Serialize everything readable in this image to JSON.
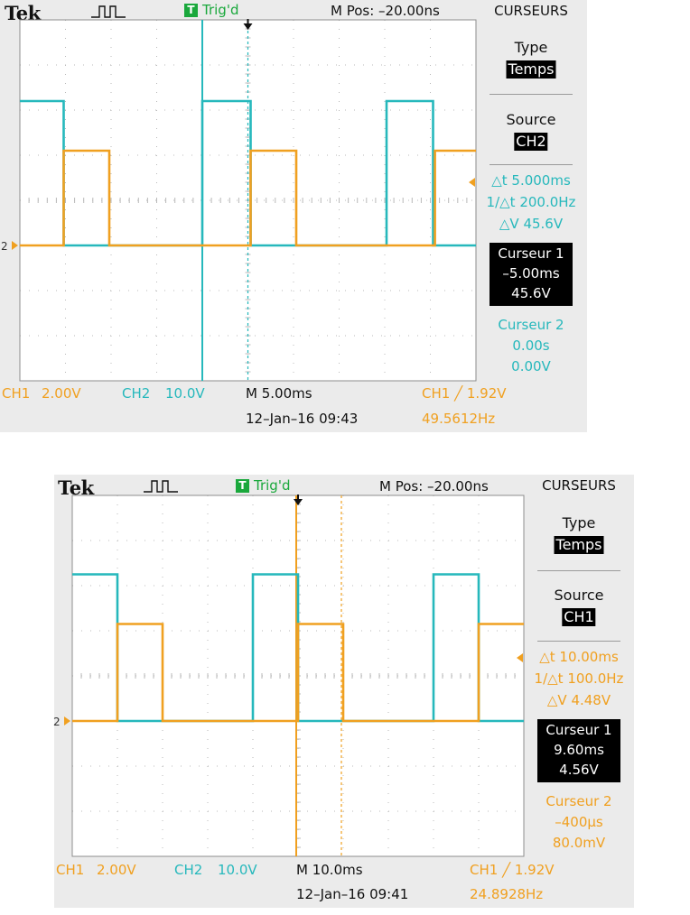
{
  "colors": {
    "ch1": "#f0a020",
    "ch2": "#26b8bc",
    "grid": "#b9b9b9",
    "background": "#ffffff",
    "panel": "#ebebeb"
  },
  "screens": [
    {
      "brand": "Tek",
      "acq_icon": "acquisition-waveform-icon",
      "trig_badge": "T",
      "trig_status": "Trig'd",
      "m_pos": "M Pos: –20.00ns",
      "menu_title": "CURSEURS",
      "type_label": "Type",
      "type_value": "Temps",
      "source_label": "Source",
      "source_value": "CH2",
      "delta_t": "△t 5.000ms",
      "inv_delta_t": "1/△t 200.0Hz",
      "delta_v": "△V 45.6V",
      "cursor1_label": "Curseur 1",
      "cursor1_time": "–5.00ms",
      "cursor1_volt": "45.6V",
      "cursor2_label": "Curseur 2",
      "cursor2_time": "0.00s",
      "cursor2_volt": "0.00V",
      "ch1_label": "CH1",
      "ch1_scale": "2.00V",
      "ch2_label": "CH2",
      "ch2_scale": "10.0V",
      "timebase": "M 5.00ms",
      "trigger_setting": "CH1 ╱ 1.92V",
      "date": "12–Jan–16 09:43",
      "frequency": "49.5612Hz",
      "ground_marker": "2"
    },
    {
      "brand": "Tek",
      "acq_icon": "acquisition-waveform-icon",
      "trig_badge": "T",
      "trig_status": "Trig'd",
      "m_pos": "M Pos: –20.00ns",
      "menu_title": "CURSEURS",
      "type_label": "Type",
      "type_value": "Temps",
      "source_label": "Source",
      "source_value": "CH1",
      "delta_t": "△t 10.00ms",
      "inv_delta_t": "1/△t 100.0Hz",
      "delta_v": "△V 4.48V",
      "cursor1_label": "Curseur 1",
      "cursor1_time": "9.60ms",
      "cursor1_volt": "4.56V",
      "cursor2_label": "Curseur 2",
      "cursor2_time": "–400µs",
      "cursor2_volt": "80.0mV",
      "ch1_label": "CH1",
      "ch1_scale": "2.00V",
      "ch2_label": "CH2",
      "ch2_scale": "10.0V",
      "timebase": "M 10.0ms",
      "trigger_setting": "CH1 ╱ 1.92V",
      "date": "12–Jan–16 09:41",
      "frequency": "24.8928Hz",
      "ground_marker": "2"
    }
  ],
  "chart_data": [
    {
      "type": "line",
      "x_unit": "ms",
      "y_unit": "div",
      "xlim": [
        -25,
        25
      ],
      "ylim": [
        -4,
        4
      ],
      "series": [
        {
          "name": "CH1",
          "x": [
            -25,
            -20.2,
            -20.2,
            -15.2,
            -15.2,
            0.3,
            0.3,
            5.3,
            5.3,
            20.5,
            20.5,
            25
          ],
          "y": [
            -1,
            -1,
            1.1,
            1.1,
            -1,
            -1,
            1.1,
            1.1,
            -1,
            -1,
            1.1,
            1.1
          ]
        },
        {
          "name": "CH2",
          "x": [
            -25,
            -20.2,
            -20.2,
            -5,
            -5,
            0.3,
            0.3,
            15.2,
            15.2,
            20.3,
            20.3,
            25
          ],
          "y": [
            2.2,
            2.2,
            -1,
            -1,
            2.2,
            2.2,
            -1,
            -1,
            2.2,
            2.2,
            -1,
            -1
          ]
        }
      ],
      "cursors_ms": [
        -5,
        0
      ],
      "ground_level_div": -1,
      "grid": true
    },
    {
      "type": "line",
      "x_unit": "ms",
      "y_unit": "div",
      "xlim": [
        -50,
        50
      ],
      "ylim": [
        -4,
        4
      ],
      "series": [
        {
          "name": "CH1",
          "x": [
            -50,
            -40,
            -40,
            -30,
            -30,
            0,
            0,
            10,
            10,
            40,
            40,
            50
          ],
          "y": [
            -1,
            -1,
            1.15,
            1.15,
            -1,
            -1,
            1.15,
            1.15,
            -1,
            -1,
            1.15,
            1.15
          ]
        },
        {
          "name": "CH2",
          "x": [
            -50,
            -40,
            -40,
            -10,
            -10,
            0,
            0,
            30,
            30,
            40,
            40,
            50
          ],
          "y": [
            2.25,
            2.25,
            -1,
            -1,
            2.25,
            2.25,
            -1,
            -1,
            2.25,
            2.25,
            -1,
            -1
          ]
        }
      ],
      "cursors_ms": [
        -0.4,
        9.6
      ],
      "ground_level_div": -1,
      "grid": true
    }
  ]
}
